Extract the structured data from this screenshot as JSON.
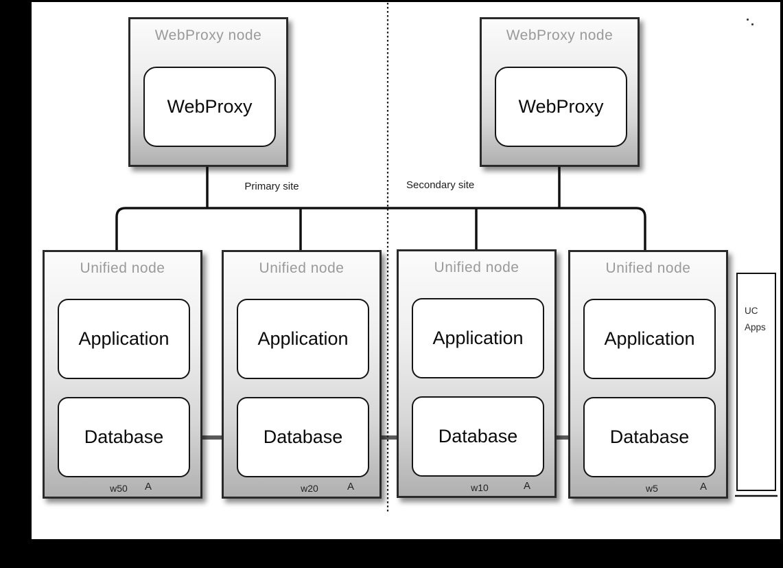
{
  "sites": {
    "primary_label": "Primary site",
    "secondary_label": "Secondary site"
  },
  "webproxy_nodes": [
    {
      "title": "WebProxy node",
      "component": "WebProxy"
    },
    {
      "title": "WebProxy node",
      "component": "WebProxy"
    }
  ],
  "unified_nodes": [
    {
      "title": "Unified node",
      "application_label": "Application",
      "database_label": "Database",
      "weight_label": "w50",
      "marker": "A"
    },
    {
      "title": "Unified node",
      "application_label": "Application",
      "database_label": "Database",
      "weight_label": "w20",
      "marker": "A"
    },
    {
      "title": "Unified node",
      "application_label": "Application",
      "database_label": "Database",
      "weight_label": "w10",
      "marker": "A"
    },
    {
      "title": "Unified node",
      "application_label": "Application",
      "database_label": "Database",
      "weight_label": "w5",
      "marker": "A"
    }
  ],
  "uc_apps_box": {
    "line1": "UC",
    "line2": "Apps"
  },
  "colors": {
    "background": "#000000",
    "page": "#ffffff",
    "connector_line": "#111111",
    "database_link": "#5a5a5a",
    "node_border": "#2a2a2a",
    "node_title_gray": "#9a9a9a",
    "node_gradient_top": "#fbfbfb",
    "node_gradient_bottom": "#b0b0b0"
  }
}
